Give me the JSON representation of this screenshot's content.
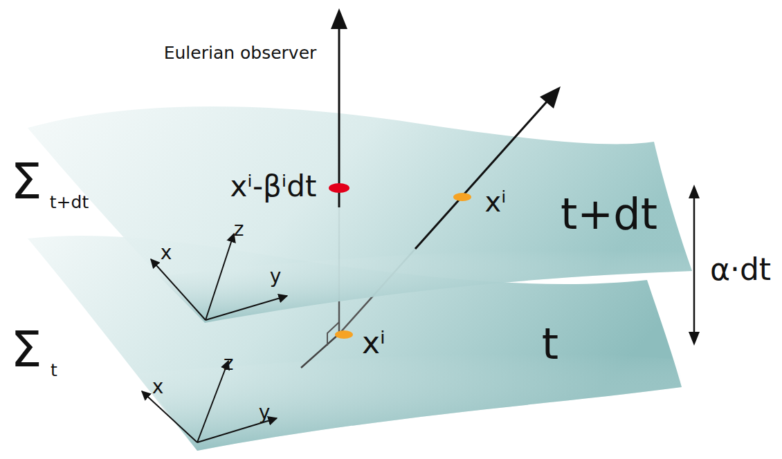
{
  "diagram": {
    "labels": [
      "Eulerian observer",
      "xⁱ-βⁱdt",
      "xⁱ",
      "t+dt",
      "α·dt",
      "Σ",
      "t+dt",
      "x",
      "z",
      "y",
      "Σ",
      "t",
      "xⁱ",
      "t",
      "x",
      "z",
      "y"
    ]
  }
}
